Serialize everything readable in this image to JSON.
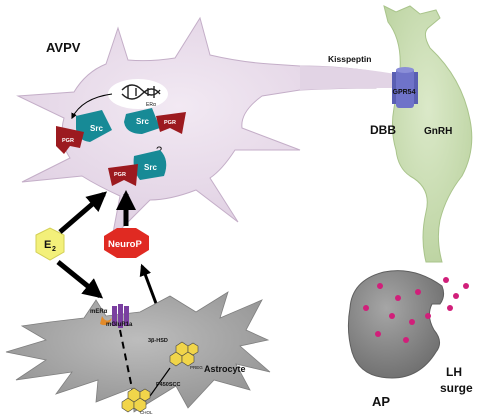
{
  "labels": {
    "avpv": "AVPV",
    "kisspeptin": "Kisspeptin",
    "gpr54": "GPR54",
    "dbb": "DBB",
    "gnrh": "GnRH",
    "era": "ERα",
    "pgr": "PGR",
    "src": "Src",
    "question": "?",
    "e2_main": "E",
    "e2_sub": "2",
    "neurop": "NeuroP",
    "mera": "mERα",
    "mglur1a": "mGluR1a",
    "hsd": "3β-HSD",
    "preg": "PREG",
    "astrocyte": "Astrocyte",
    "p450scc": "P450SCC",
    "chol": "CHOL",
    "lh": "LH",
    "surge": "surge",
    "ap": "AP"
  },
  "colors": {
    "neuron_fill": "#e8dcea",
    "neuron_stroke": "#cbb6cf",
    "gnrh_fill": "#c8dcb3",
    "astrocyte_fill": "#a8a8a8",
    "ap_fill": "#7d7d7d",
    "lh_dot": "#d11f7a",
    "src_teal": "#178a96",
    "pgr_red": "#9c1a1f",
    "neurop_red": "#e02a22",
    "e2_yellow": "#f3f07a",
    "gpr54_blue": "#6f73c9",
    "receptor_purple": "#7a3fa0",
    "mera_orange": "#e38b2a",
    "steroid_yellow": "#f1d54a"
  }
}
